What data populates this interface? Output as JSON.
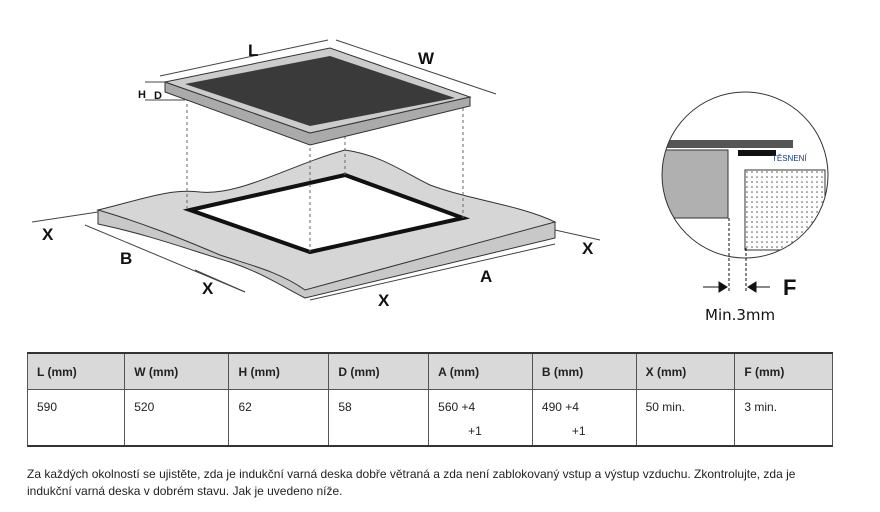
{
  "diagram": {
    "labels": {
      "L": "L",
      "W": "W",
      "H": "H",
      "D": "D",
      "B": "B",
      "A": "A",
      "X1": "X",
      "X2": "X",
      "X3": "X",
      "X4": "X",
      "F": "F"
    },
    "seal_label": "TĚSNENÍ",
    "min_gap": "Min.3mm"
  },
  "table": {
    "headers": [
      "L (mm)",
      "W (mm)",
      "H (mm)",
      "D (mm)",
      "A (mm)",
      "B (mm)",
      "X (mm)",
      "F (mm)"
    ],
    "values": [
      "590",
      "520",
      "62",
      "58",
      "560 +4",
      "490 +4",
      "50 min.",
      "3 min."
    ],
    "tolerances": {
      "A": "+1",
      "B": "+1"
    }
  },
  "note": "Za každých okolností se ujistěte, zda je indukční varná deska dobře větraná a zda není zablokovaný vstup a výstup vzduchu. Zkontrolujte, zda je indukční varná deska v dobrém stavu. Jak je uvedeno níže."
}
